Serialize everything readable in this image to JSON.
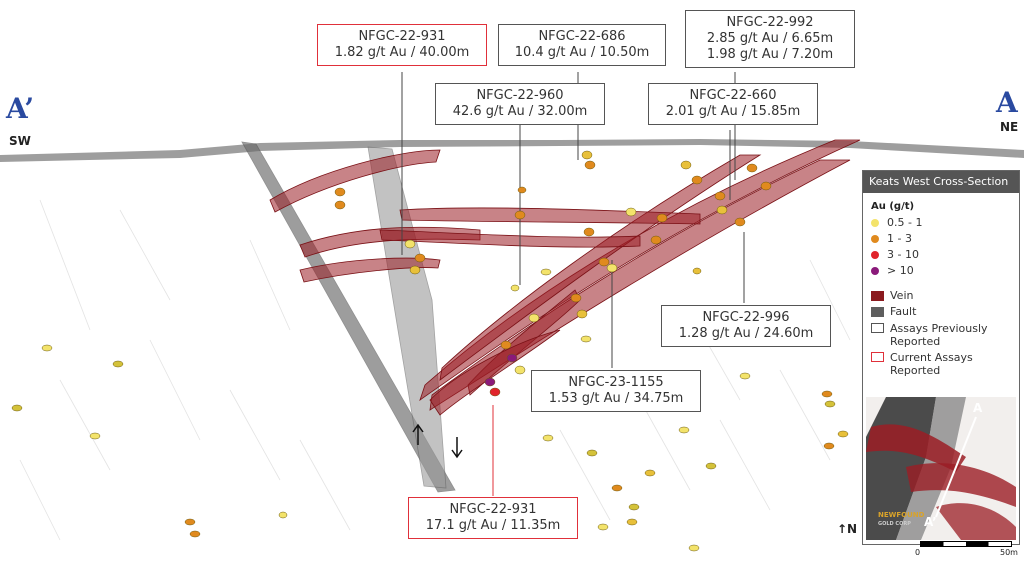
{
  "section": {
    "left_label": "A’",
    "left_direction": "SW",
    "right_label": "A",
    "right_direction": "NE"
  },
  "callouts": [
    {
      "id": "c1",
      "hole": "NFGC-22-931",
      "assay": "1.82 g/t Au / 40.00m",
      "status": "current"
    },
    {
      "id": "c2",
      "hole": "NFGC-22-686",
      "assay": "10.4 g/t Au / 10.50m",
      "status": "previous"
    },
    {
      "id": "c3",
      "hole": "NFGC-22-992",
      "assay": "2.85 g/t Au / 6.65m",
      "assay2": "1.98 g/t Au / 7.20m",
      "status": "previous"
    },
    {
      "id": "c4",
      "hole": "NFGC-22-960",
      "assay": "42.6 g/t Au / 32.00m",
      "status": "previous"
    },
    {
      "id": "c5",
      "hole": "NFGC-22-660",
      "assay": "2.01 g/t Au / 15.85m",
      "status": "previous"
    },
    {
      "id": "c6",
      "hole": "NFGC-22-996",
      "assay": "1.28 g/t Au / 24.60m",
      "status": "previous"
    },
    {
      "id": "c7",
      "hole": "NFGC-23-1155",
      "assay": "1.53 g/t Au / 34.75m",
      "status": "previous"
    },
    {
      "id": "c8",
      "hole": "NFGC-22-931",
      "assay": "17.1 g/t Au / 11.35m",
      "status": "current"
    }
  ],
  "legend": {
    "title": "Keats West Cross-Section",
    "grade_heading": "Au (g/t)",
    "grades": [
      {
        "label": "0.5 - 1",
        "color": "#f3e36b"
      },
      {
        "label": "1 - 3",
        "color": "#e08a1e"
      },
      {
        "label": "3 - 10",
        "color": "#e0242b"
      },
      {
        "label": "> 10",
        "color": "#8a1a7a"
      }
    ],
    "vein_label": "Vein",
    "fault_label": "Fault",
    "prev_label": "Assays Previously Reported",
    "curr_label": "Current Assays Reported"
  },
  "inset": {
    "label_a": "A",
    "label_a_prime": "A’",
    "company": "NEWFOUND",
    "company_sub": "GOLD CORP",
    "scale_start": "0",
    "scale_end": "50m"
  },
  "north_label": "↑N",
  "colors": {
    "vein": "#8b1a1e",
    "fault": "#5e5e5e",
    "topo": "#8a8a8a",
    "current_border": "#e0303a",
    "section_letter": "#2a4aa0"
  }
}
